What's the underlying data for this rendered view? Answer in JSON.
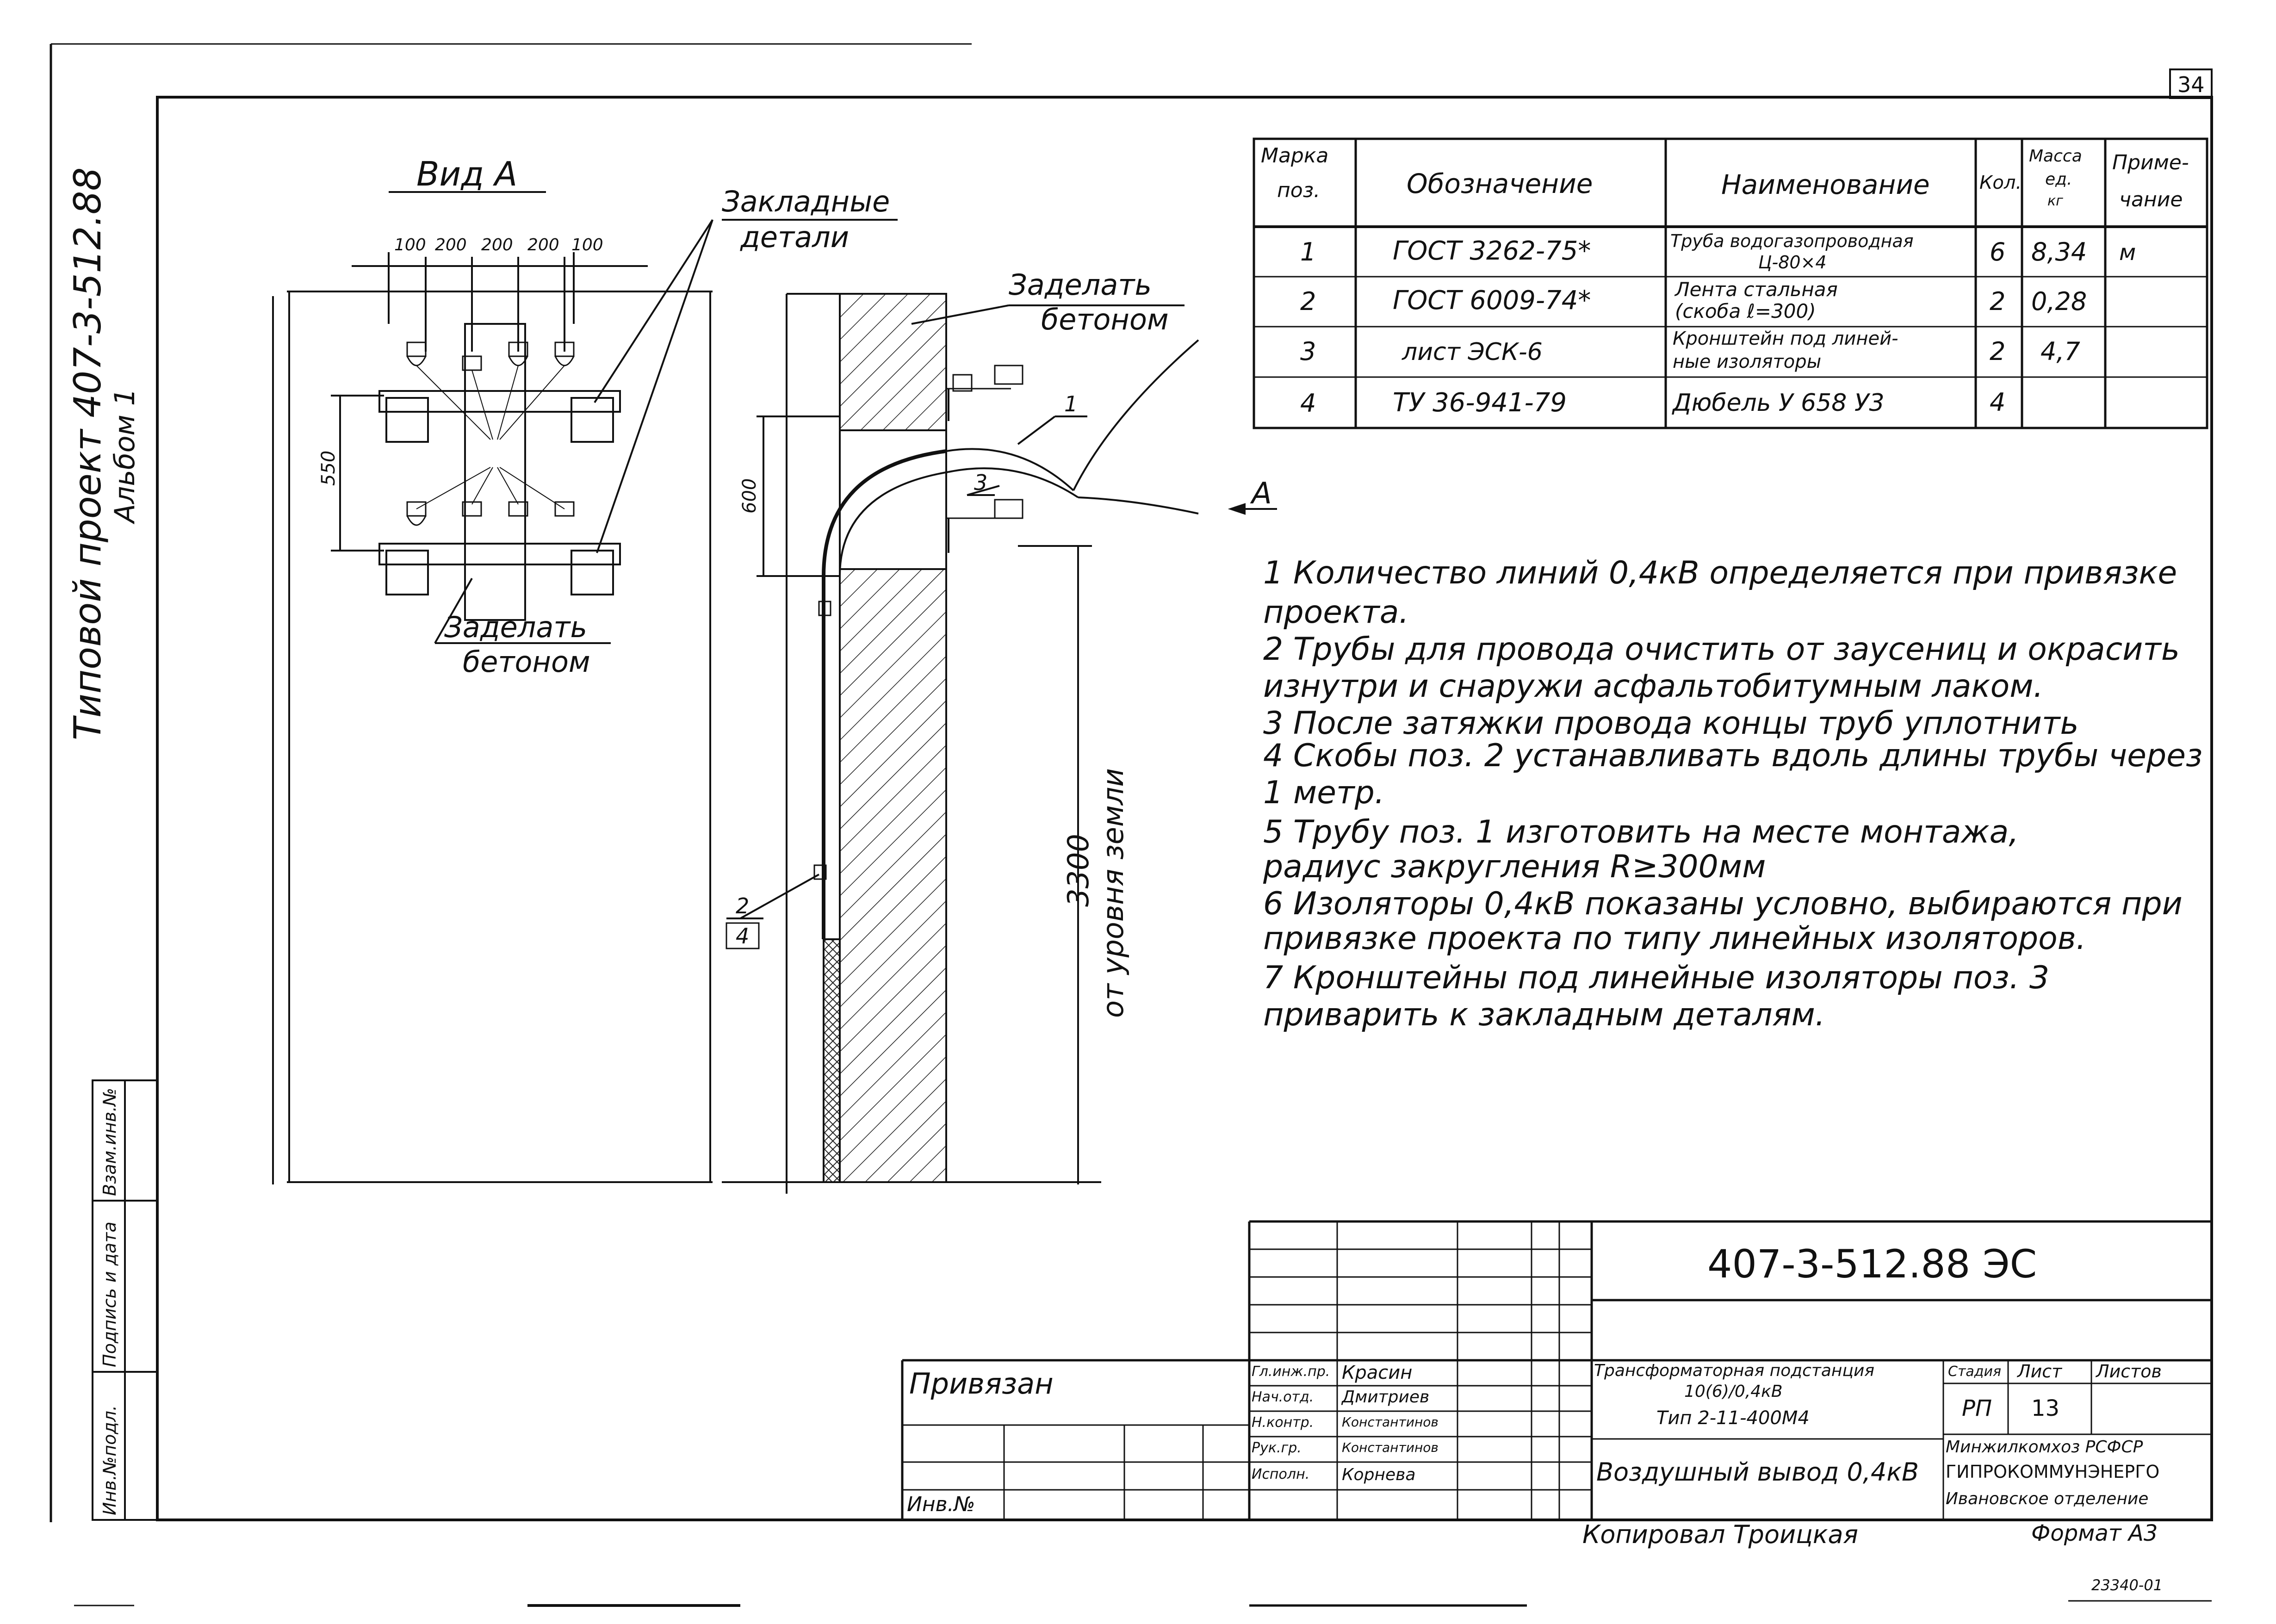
{
  "sheet_number": "34",
  "side_title": {
    "line1": "Типовой проект 407-3-512.88",
    "line2": "Альбом 1"
  },
  "side_stamp": {
    "cols": [
      "Инв.№подл.",
      "Подпись и дата",
      "Взам.инв.№"
    ]
  },
  "view_a": {
    "title": "Вид А",
    "dims": [
      "100",
      "200",
      "200",
      "200",
      "100"
    ],
    "height_dim": "550",
    "embedded_label_1": "Закладные",
    "embedded_label_2": "детали",
    "concrete_label_1": "Заделать",
    "concrete_label_2": "бетоном"
  },
  "section": {
    "concrete_label_1": "Заделать",
    "concrete_label_2": "бетоном",
    "dim_600": "600",
    "dim_3300": "3300",
    "ground_label_1": "от уровня земли",
    "view_arrow": "А",
    "callouts": [
      "1",
      "3",
      "2",
      "4"
    ]
  },
  "spec_table": {
    "headers": [
      "Марка поз.",
      "Обозначение",
      "Наименование",
      "Кол.",
      "Масса ед. кг",
      "Приме- чание"
    ],
    "header_lines": {
      "mark": [
        "Марка",
        "поз."
      ],
      "mass": [
        "Масса",
        "ед.",
        "кг"
      ],
      "note": [
        "Приме-",
        "чание"
      ]
    },
    "rows": [
      {
        "mark": "1",
        "designation": "ГОСТ 3262-75*",
        "name_1": "Труба водогазопроводная",
        "name_2": "Ц-80×4",
        "qty": "6",
        "mass": "8,34",
        "note": "м"
      },
      {
        "mark": "2",
        "designation": "ГОСТ 6009-74*",
        "name_1": "Лента стальная",
        "name_2": "(скоба ℓ=300)",
        "qty": "2",
        "mass": "0,28",
        "note": ""
      },
      {
        "mark": "3",
        "designation": "лист ЭСК-6",
        "name_1": "Кронштейн под линей-",
        "name_2": "ные изоляторы",
        "qty": "2",
        "mass": "4,7",
        "note": ""
      },
      {
        "mark": "4",
        "designation": "ТУ 36-941-79",
        "name_1": "Дюбель У 658 У3",
        "name_2": "",
        "qty": "4",
        "mass": "",
        "note": ""
      }
    ]
  },
  "notes": [
    "1 Количество линий 0,4кВ определяется при привязке",
    "   проекта.",
    "2 Трубы для провода очистить от заусениц и окрасить",
    "   изнутри и снаружи асфальтобитумным лаком.",
    "3 После затяжки провода концы труб уплотнить",
    "4 Скобы поз. 2 устанавливать вдоль длины трубы через",
    "   1 метр.",
    "5 Трубу поз. 1 изготовить на месте монтажа,",
    "   радиус закругления R≥300мм",
    "6 Изоляторы 0,4кВ показаны условно, выбираются при",
    "   привязке проекта по типу линейных изоляторов.",
    "7 Кронштейны под линейные изоляторы поз. 3",
    "   приварить к закладным деталям."
  ],
  "title_block": {
    "code": "407-3-512.88  ЭС",
    "privyazan": "Привязан",
    "inv_no": "Инв.№",
    "roles": [
      "Гл.инж.пр.",
      "Нач.отд.",
      "Н.контр.",
      "Рук.гр.",
      "Исполн."
    ],
    "names": [
      "Красин",
      "Дмитриев",
      "Константинов",
      "Константинов",
      "Корнева"
    ],
    "object_1": "Трансформаторная подстанция",
    "object_2": "10(6)/0,4кВ",
    "object_3": "Тип 2-11-400М4",
    "sheet_title": "Воздушный вывод 0,4кВ",
    "stage_header": "Стадия",
    "sheet_header": "Лист",
    "sheets_header": "Листов",
    "stage": "РП",
    "sheet": "13",
    "org_1": "Минжилкомхоз РСФСР",
    "org_2": "ГИПРОКОММУНЭНЕРГО",
    "org_3": "Ивановское отделение"
  },
  "footer": {
    "copied": "Копировал Троицкая",
    "format": "Формат А3",
    "number": "23340-01"
  }
}
